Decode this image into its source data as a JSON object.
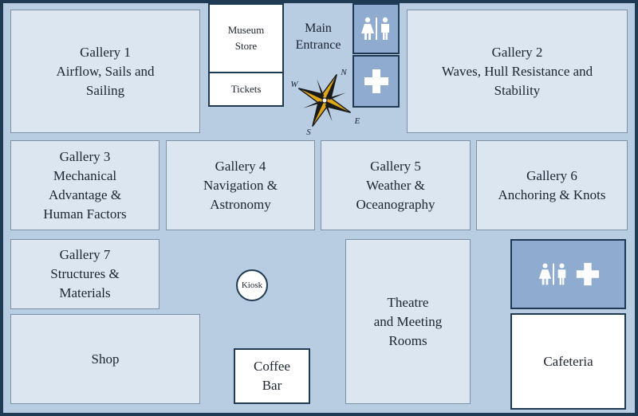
{
  "entrance": "Main\nEntrance",
  "rooms": {
    "gallery1": "Gallery 1\nAirflow, Sails and\nSailing",
    "gallery2": "Gallery 2\nWaves, Hull Resistance and\nStability",
    "gallery3": "Gallery 3\nMechanical\nAdvantage &\nHuman Factors",
    "gallery4": "Gallery 4\nNavigation &\nAstronomy",
    "gallery5": "Gallery 5\nWeather &\nOceanography",
    "gallery6": "Gallery 6\nAnchoring & Knots",
    "gallery7": "Gallery 7\nStructures &\nMaterials",
    "museum_store": "Museum\nStore",
    "tickets": "Tickets",
    "shop": "Shop",
    "coffee_bar": "Coffee\nBar",
    "theatre": "Theatre\nand Meeting\nRooms",
    "cafeteria": "Cafeteria",
    "kiosk": "Kiosk"
  },
  "compass": {
    "n": "N",
    "e": "E",
    "s": "S",
    "w": "W"
  },
  "icons": [
    "restroom-icon",
    "first-aid-icon"
  ],
  "colors": {
    "background": "#b8cce2",
    "room": "#dce6f1",
    "amenity": "#8fabcf",
    "border": "#1f3b53",
    "compass_gold": "#e0a818"
  }
}
